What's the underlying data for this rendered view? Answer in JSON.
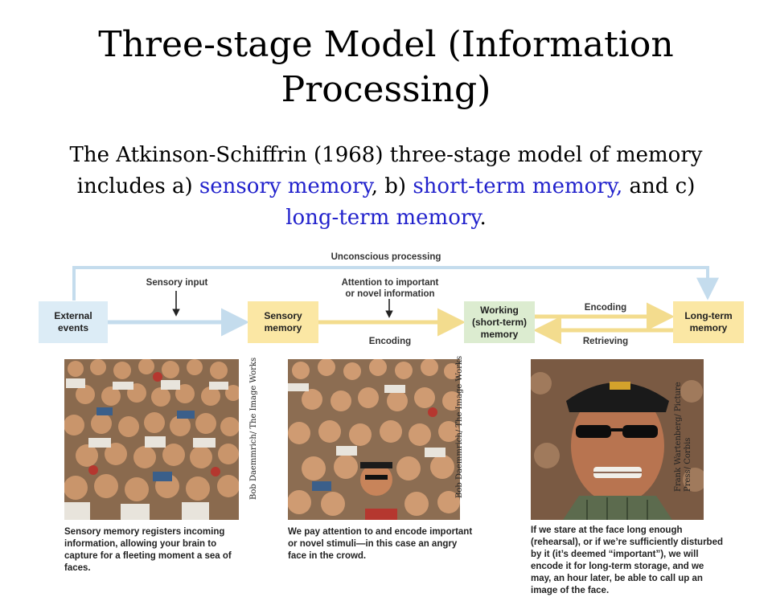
{
  "slide": {
    "title": "Three-stage Model (Information Processing)",
    "intro": {
      "p1": "The Atkinson-Schiffrin (1968) three-stage model of memory includes a) ",
      "t1": "sensory memory",
      "p2": ", b) ",
      "t2": "short-term memory,",
      "p3": " and c) ",
      "t3": "long-term memory",
      "p4": "."
    },
    "highlight_color": "#2222cc"
  },
  "diagram": {
    "top_label": "Unconscious processing",
    "sensory_input_label": "Sensory input",
    "attention_label_line1": "Attention to important",
    "attention_label_line2": "or novel information",
    "encoding_lower_label": "Encoding",
    "encoding_upper_label": "Encoding",
    "retrieving_label": "Retrieving",
    "boxes": {
      "external_events": [
        "External",
        "events"
      ],
      "sensory_memory": [
        "Sensory",
        "memory"
      ],
      "working_memory": [
        "Working",
        "(short-term)",
        "memory"
      ],
      "long_term_memory": [
        "Long-term",
        "memory"
      ]
    }
  },
  "photos": [
    {
      "credit": "Bob Daemmrich/ The Image Works",
      "caption": "Sensory memory registers incoming information, allowing your brain to capture for a fleeting moment a sea of faces."
    },
    {
      "credit": "Bob Daemmrich/ The Image Works",
      "caption": "We pay attention to and encode important or novel stimuli—in this case an angry face in the crowd."
    },
    {
      "credit": "Frank Wartenberg/ Picture Press/ Corbis",
      "caption": "If we stare at the face long enough (rehearsal), or if we’re sufficiently disturbed by it (it’s deemed “important”), we will encode it for long-term storage, and we may, an hour later, be able to call up an image of the face."
    }
  ]
}
